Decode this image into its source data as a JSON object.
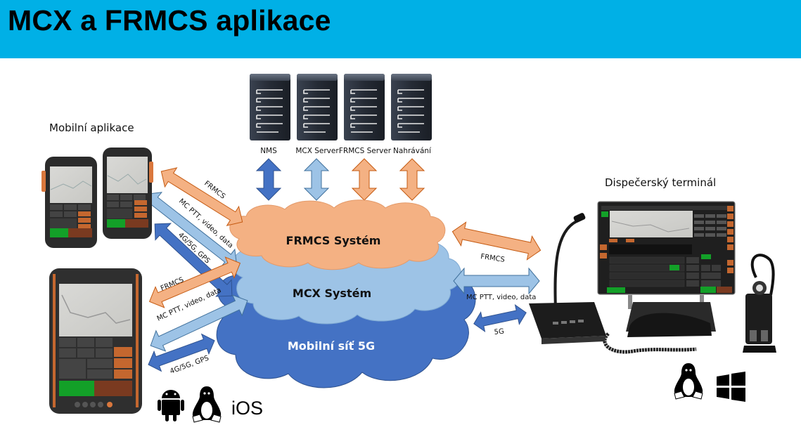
{
  "header": {
    "title": "MCX a FRMCS aplikace",
    "background_color": "#00b0e6"
  },
  "servers": [
    {
      "label": "NMS",
      "arrow_color": "#4472c4"
    },
    {
      "label": "MCX Server",
      "arrow_color": "#9dc3e6"
    },
    {
      "label": "FRMCS Server",
      "arrow_color": "#f4b183"
    },
    {
      "label": "Nahrávání",
      "arrow_color": "#f4b183"
    }
  ],
  "clouds": {
    "frmcs": {
      "label": "FRMCS Systém",
      "color": "#f4b183"
    },
    "mcx": {
      "label": "MCX Systém",
      "color": "#9dc3e6"
    },
    "mobile": {
      "label": "Mobilní síť 5G",
      "color": "#4472c4"
    }
  },
  "sections": {
    "mobile_apps": "Mobilní aplikace",
    "dispatcher": "Dispečerský terminál"
  },
  "links": {
    "phones_frmcs": "FRMCS",
    "phones_mcptt": "MC PTT, video, data",
    "phones_4g5g": "4G/5G, GPS",
    "tablet_frmcs": "FRMCS",
    "tablet_mcptt": "MC PTT, video, data",
    "tablet_4g5g": "4G/5G, GPS",
    "dispatch_frmcs": "FRMCS",
    "dispatch_mcptt": "MC PTT, video, data",
    "dispatch_5g": "5G"
  },
  "platforms": {
    "mobile": [
      "android-icon",
      "linux-icon",
      "iOS"
    ],
    "dispatcher": [
      "linux-icon",
      "windows-icon"
    ],
    "ios_label": "iOS"
  },
  "colors": {
    "frmcs": "#f4b183",
    "mcx": "#9dc3e6",
    "network": "#4472c4",
    "device_dark": "#2b2b2b"
  }
}
